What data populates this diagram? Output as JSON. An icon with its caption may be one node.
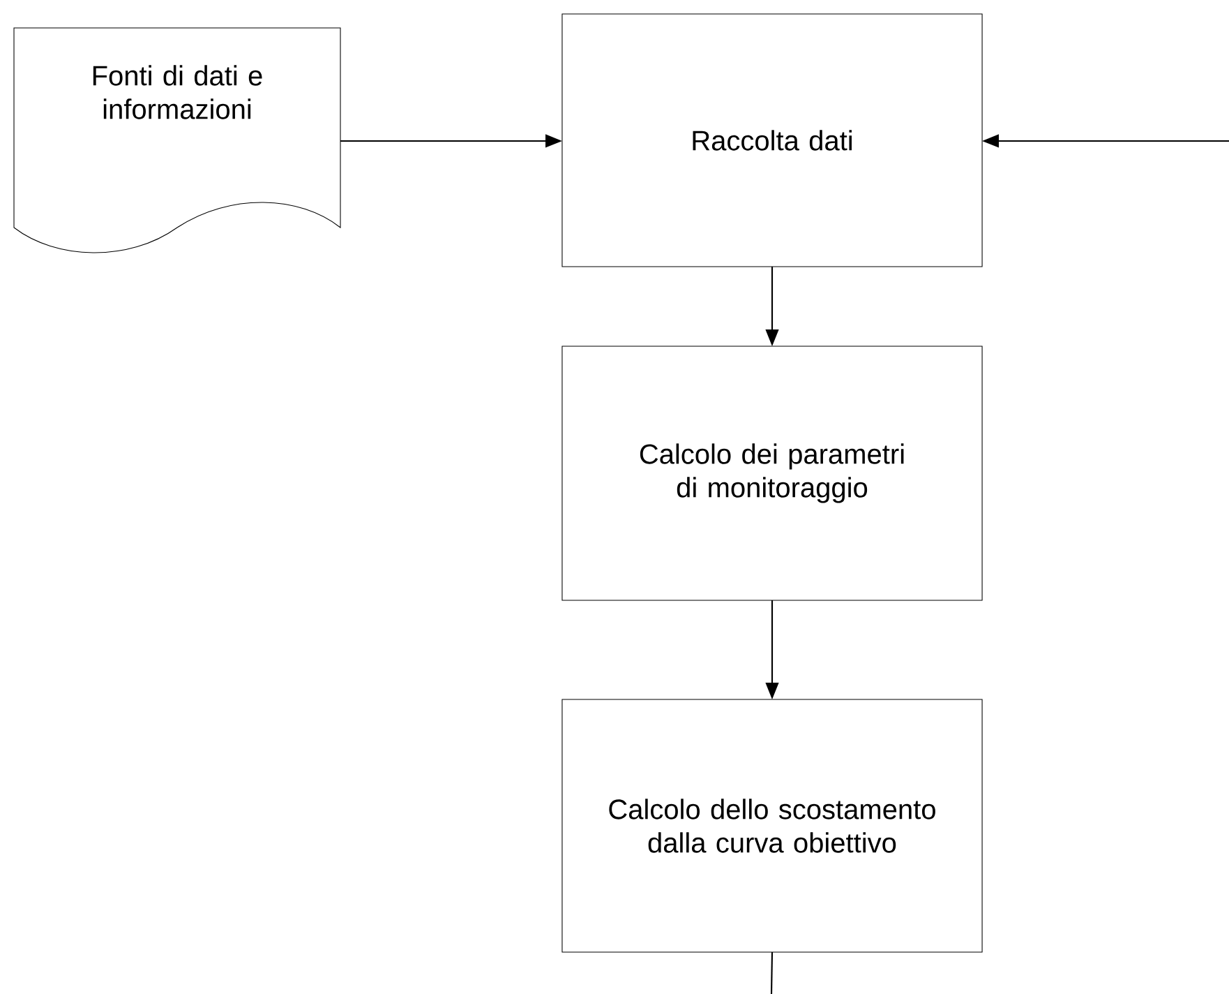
{
  "diagram": {
    "nodes": [
      {
        "text": [
          "Fonti di dati e informazioni"
        ]
      },
      {
        "text": [
          "Raccolta dati"
        ]
      },
      {
        "text": [
          "Calcolo dei parametri di monitoraggio"
        ]
      },
      {
        "text": [
          "Calcolo dello scostamento dalla curva obiettivo"
        ]
      }
    ],
    "edges": [
      {
        "from": 0,
        "to": 1,
        "arrow": "to"
      },
      {
        "from": null,
        "to": 1,
        "arrow": "to"
      },
      {
        "from": 1,
        "to": 2,
        "arrow": "to"
      },
      {
        "from": 2,
        "to": 3,
        "arrow": "to"
      },
      {
        "from": 3,
        "to": null,
        "arrow": "none"
      }
    ]
  }
}
